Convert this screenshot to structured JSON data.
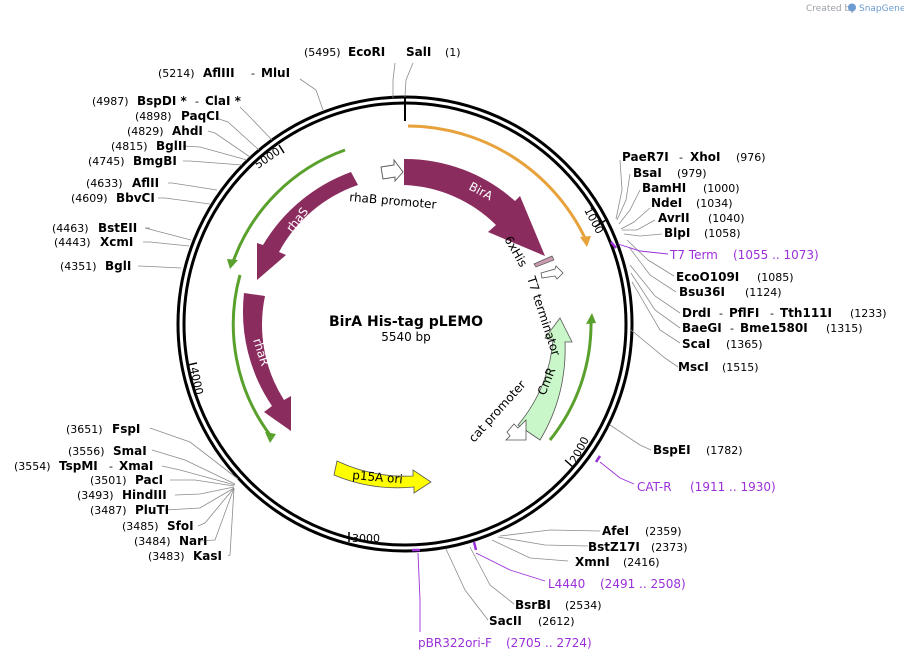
{
  "credit": {
    "created_by": "Created by",
    "brand": "SnapGene"
  },
  "map": {
    "title": "BirA His-tag pLEMO",
    "length": "5540 bp",
    "ticks": [
      "1000",
      "2000",
      "3000",
      "4000",
      "5000"
    ]
  },
  "sites": [
    {
      "id": "ecori",
      "name": "EcoRI",
      "pos": "(5495)"
    },
    {
      "id": "sali",
      "name": "SalI",
      "pos": "(1)"
    },
    {
      "id": "afliii",
      "name": "AflIII",
      "sep": "-",
      "name2": "MluI",
      "pos": "(5214)"
    },
    {
      "id": "bspdi",
      "name": "BspDI *",
      "sep": "-",
      "name2": "ClaI *",
      "pos": "(4987)"
    },
    {
      "id": "paqci",
      "name": "PaqCI",
      "pos": "(4898)"
    },
    {
      "id": "ahdi",
      "name": "AhdI",
      "pos": "(4829)"
    },
    {
      "id": "bglii",
      "name": "BglII",
      "pos": "(4815)"
    },
    {
      "id": "bmgbi",
      "name": "BmgBI",
      "pos": "(4745)"
    },
    {
      "id": "afli",
      "name": "AflII",
      "pos": "(4633)"
    },
    {
      "id": "bbvci",
      "name": "BbvCI",
      "pos": "(4609)"
    },
    {
      "id": "bsteii",
      "name": "BstEII",
      "pos": "(4463)"
    },
    {
      "id": "xcmi",
      "name": "XcmI",
      "pos": "(4443)"
    },
    {
      "id": "bgli",
      "name": "BglI",
      "pos": "(4351)"
    },
    {
      "id": "paer7i",
      "name": "PaeR7I",
      "sep": "-",
      "name2": "XhoI",
      "pos": "(976)"
    },
    {
      "id": "bsai",
      "name": "BsaI",
      "pos": "(979)"
    },
    {
      "id": "bamhi",
      "name": "BamHI",
      "pos": "(1000)"
    },
    {
      "id": "ndei",
      "name": "NdeI",
      "pos": "(1034)"
    },
    {
      "id": "avrii",
      "name": "AvrII",
      "pos": "(1040)"
    },
    {
      "id": "blpi",
      "name": "BlpI",
      "pos": "(1058)"
    },
    {
      "id": "ecoo109i",
      "name": "EcoO109I",
      "pos": "(1085)"
    },
    {
      "id": "bsu36i",
      "name": "Bsu36I",
      "pos": "(1124)"
    },
    {
      "id": "drdi",
      "name": "DrdI",
      "sep": "-",
      "name2": "PflFI",
      "sep2": "-",
      "name3": "Tth111I",
      "pos": "(1233)"
    },
    {
      "id": "baegi",
      "name": "BaeGI",
      "sep": "-",
      "name2": "Bme1580I",
      "pos": "(1315)"
    },
    {
      "id": "scai",
      "name": "ScaI",
      "pos": "(1365)"
    },
    {
      "id": "msci",
      "name": "MscI",
      "pos": "(1515)"
    },
    {
      "id": "bspei",
      "name": "BspEI",
      "pos": "(1782)"
    },
    {
      "id": "afei",
      "name": "AfeI",
      "pos": "(2359)"
    },
    {
      "id": "bstz17i",
      "name": "BstZ17I",
      "pos": "(2373)"
    },
    {
      "id": "xmni",
      "name": "XmnI",
      "pos": "(2416)"
    },
    {
      "id": "bsrbi",
      "name": "BsrBI",
      "pos": "(2534)"
    },
    {
      "id": "sacii",
      "name": "SacII",
      "pos": "(2612)"
    },
    {
      "id": "fspi",
      "name": "FspI",
      "pos": "(3651)"
    },
    {
      "id": "smai",
      "name": "SmaI",
      "pos": "(3556)"
    },
    {
      "id": "tspmi",
      "name": "TspMI",
      "sep": "-",
      "name2": "XmaI",
      "pos": "(3554)"
    },
    {
      "id": "paci",
      "name": "PacI",
      "pos": "(3501)"
    },
    {
      "id": "hindiii",
      "name": "HindIII",
      "pos": "(3493)"
    },
    {
      "id": "pluti",
      "name": "PluTI",
      "pos": "(3487)"
    },
    {
      "id": "sfoi",
      "name": "SfoI",
      "pos": "(3485)"
    },
    {
      "id": "nari",
      "name": "NarI",
      "pos": "(3484)"
    },
    {
      "id": "kasi",
      "name": "KasI",
      "pos": "(3483)"
    }
  ],
  "primers": [
    {
      "id": "t7term",
      "name": "T7 Term",
      "range": "(1055 .. 1073)"
    },
    {
      "id": "catr",
      "name": "CAT-R",
      "range": "(1911 .. 1930)"
    },
    {
      "id": "l4440",
      "name": "L4440",
      "range": "(2491 .. 2508)"
    },
    {
      "id": "pbr322",
      "name": "pBR322ori-F",
      "range": "(2705 .. 2724)"
    }
  ],
  "features": {
    "bira": "BirA",
    "rhas": "rhaS",
    "rhar": "rhaR",
    "cmr": "CmR",
    "p15a": "p15A ori",
    "rhab_promoter": "rhaB promoter",
    "his6": "6xHis",
    "t7_terminator": "T7 terminator",
    "cat_promoter": "cat promoter"
  },
  "colors": {
    "backbone": "#000000",
    "cds": "#8b2c5e",
    "orf_green": "#5aa02c",
    "orf_orange": "#e8a23c",
    "origin": "#ffff00",
    "marker": "#c9f7c9",
    "primer": "#9b30d9"
  }
}
